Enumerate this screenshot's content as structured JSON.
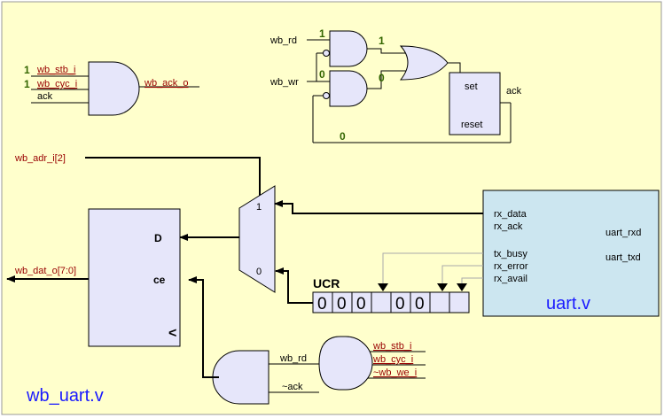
{
  "module_name": "wb_uart.v",
  "top_and": {
    "inputs": [
      "wb_stb_i",
      "wb_cyc_i",
      "ack"
    ],
    "input_values": [
      "1",
      "1"
    ],
    "output": "wb_ack_o"
  },
  "ack_logic": {
    "rd": "wb_rd",
    "wr": "wb_wr",
    "rd_value": "1",
    "wr_value": "0",
    "and1_out": "1",
    "and2_out": "0",
    "feedback_value": "0",
    "set": "set",
    "reset": "reset",
    "ack": "ack"
  },
  "addr": "wb_adr_i[2]",
  "mux": {
    "in1": "1",
    "in0": "0"
  },
  "register": {
    "d": "D",
    "ce": "ce",
    "clk": "<",
    "out": "wb_dat_o[7:0]"
  },
  "uart": {
    "name": "uart.v",
    "left_ports": [
      "rx_data",
      "rx_ack",
      "tx_busy",
      "rx_error",
      "rx_avail"
    ],
    "right_ports": [
      "uart_rxd",
      "uart_txd"
    ]
  },
  "ucr": {
    "label": "UCR",
    "bits": [
      "0",
      "0",
      "0",
      "",
      "0",
      "0",
      "",
      ""
    ]
  },
  "bottom_gate": {
    "inputs": [
      "wb_stb_i",
      "wb_cyc_i",
      "~wb_we_i"
    ],
    "wire_rd": "wb_rd",
    "wire_ack": "~ack"
  },
  "colors": {
    "background": "#ffffcc",
    "gate_fill": "#e6e6fa",
    "uart_fill": "#cce6f0",
    "title": "#1a1aff"
  }
}
